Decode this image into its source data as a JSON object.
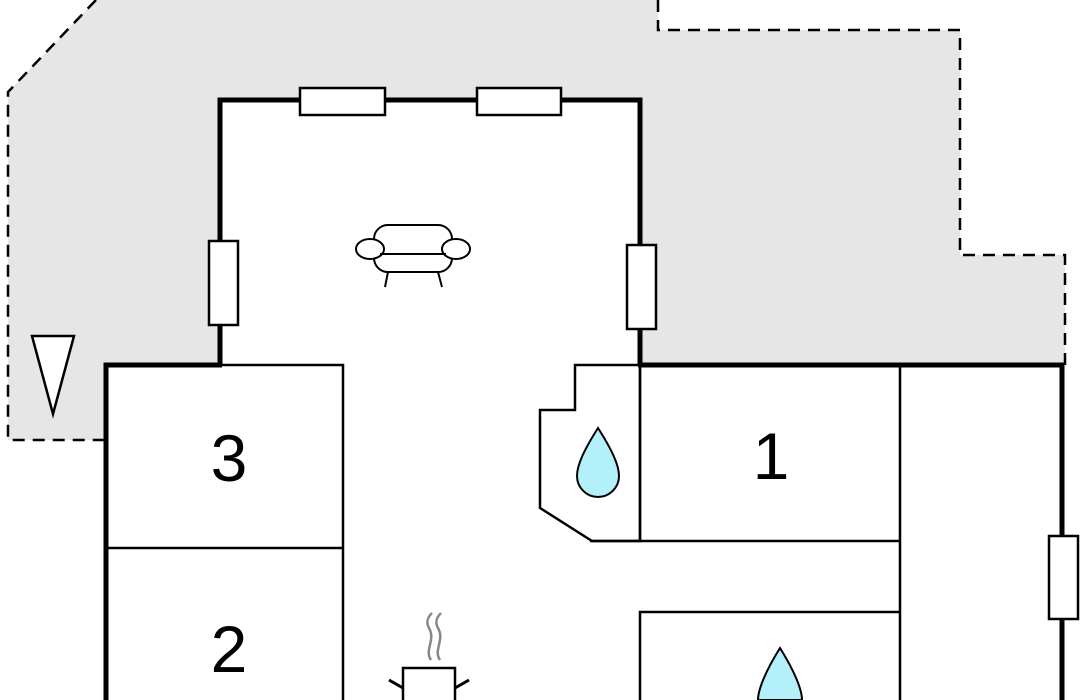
{
  "colors": {
    "outdoor_area": "#e6e6e6",
    "wall": "#000000",
    "background": "#ffffff",
    "water_icon": "#b3f0fa",
    "steam": "#888888"
  },
  "rooms": [
    {
      "id": "bedroom-3",
      "label": "3"
    },
    {
      "id": "bedroom-2",
      "label": "2"
    },
    {
      "id": "bedroom-1",
      "label": "1"
    }
  ],
  "icons": {
    "living": "sofa-icon",
    "bathroom": "water-drop-icon",
    "kitchen": "cooking-pot-icon",
    "entrance": "entrance-triangle-icon"
  }
}
